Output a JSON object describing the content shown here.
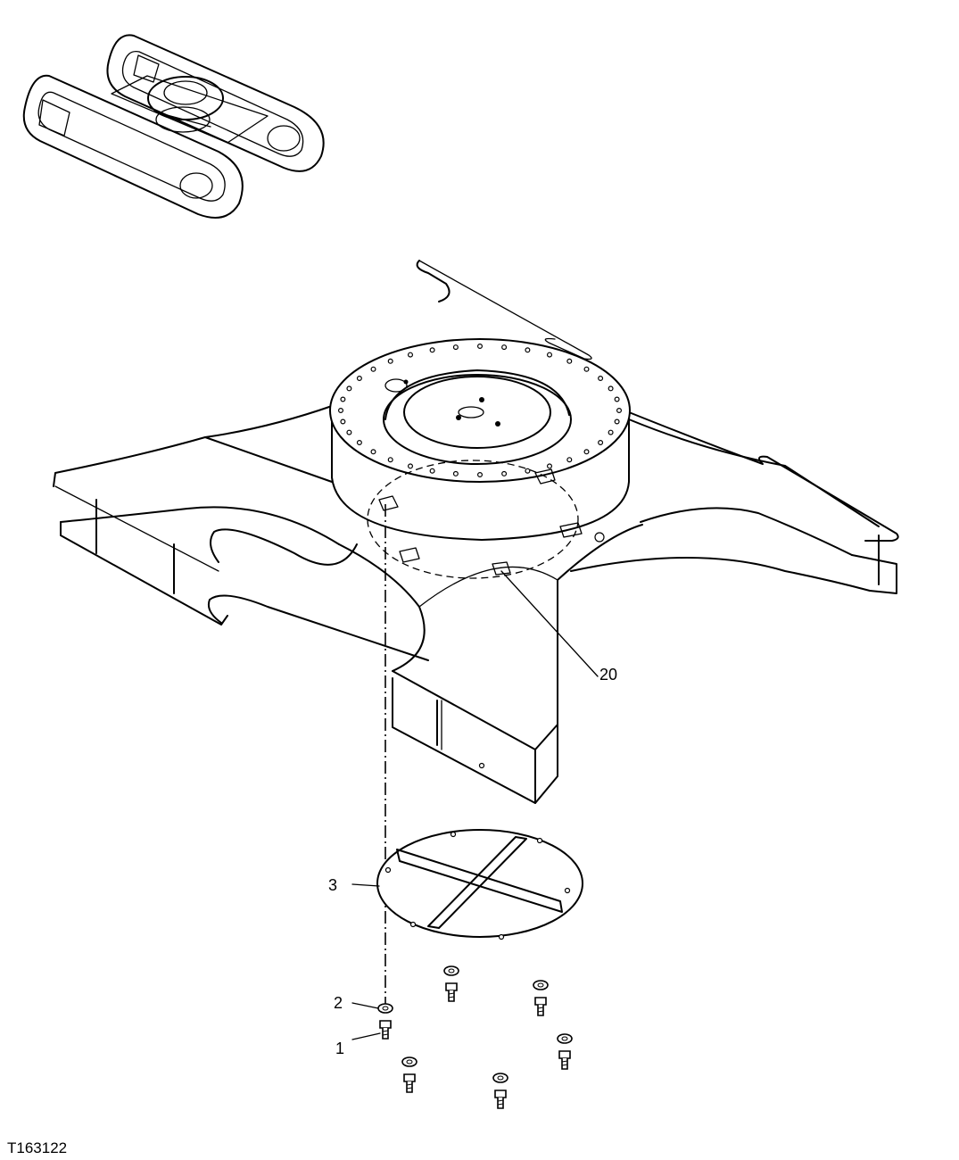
{
  "figure_id": "T163122",
  "callouts": [
    {
      "label": "20"
    },
    {
      "label": "3"
    },
    {
      "label": "2"
    },
    {
      "label": "1"
    }
  ]
}
